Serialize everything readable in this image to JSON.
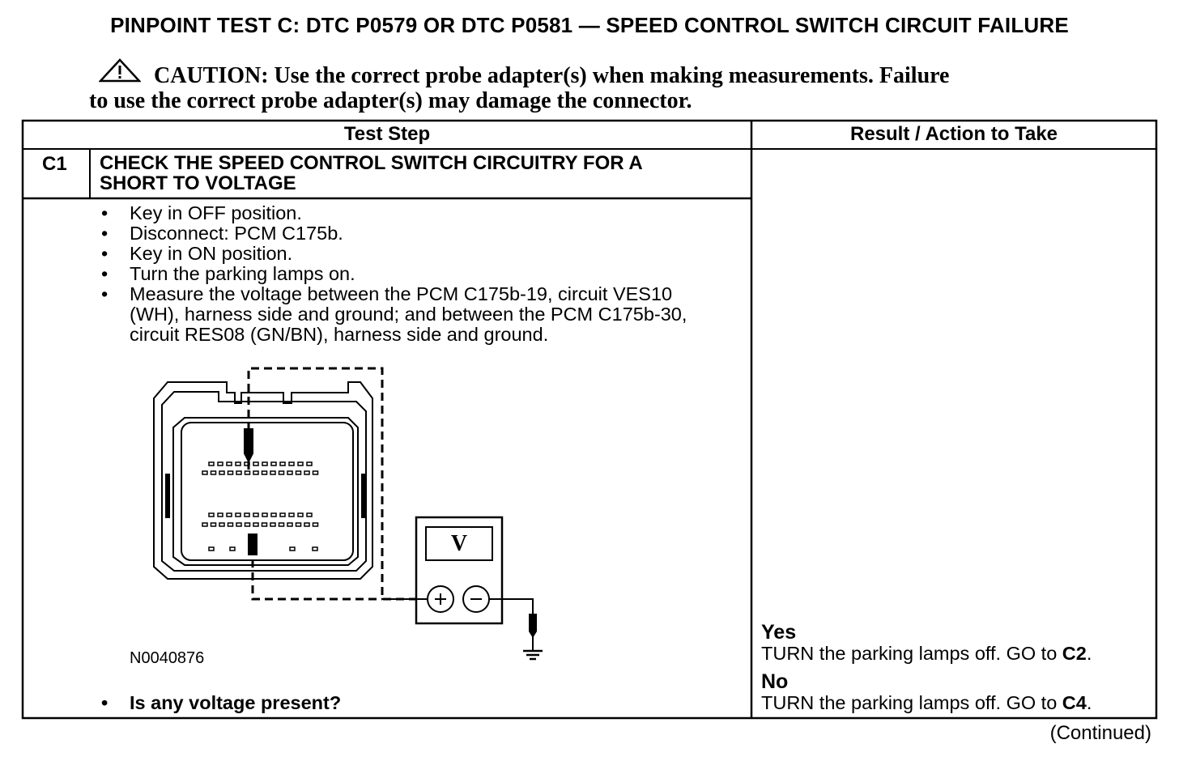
{
  "title": "PINPOINT TEST  C: DTC P0579 OR DTC P0581 — SPEED CONTROL SWITCH CIRCUIT FAILURE",
  "caution": {
    "line1": "CAUTION: Use the correct probe adapter(s) when making measurements. Failure",
    "line2": "to use the correct probe adapter(s) may damage the connector."
  },
  "table": {
    "headers": [
      "Test Step",
      "Result / Action to Take"
    ],
    "step": {
      "id": "C1",
      "title_line1": "CHECK THE SPEED CONTROL SWITCH CIRCUITRY FOR A",
      "title_line2": "SHORT TO VOLTAGE",
      "items": [
        "Key in OFF position.",
        "Disconnect: PCM C175b.",
        "Key in ON position.",
        "Turn the parking lamps on.",
        "Measure the voltage between the PCM C175b-19, circuit VES10 (WH), harness side and ground; and between the PCM C175b-30, circuit RES08 (GN/BN), harness side and ground."
      ],
      "figure_ref": "N0040876",
      "meter_symbol": "V",
      "question": "Is any voltage present?"
    },
    "results": {
      "yes": {
        "label": "Yes",
        "action": "TURN the parking lamps off. GO to ",
        "target": "C2",
        "end": "."
      },
      "no": {
        "label": "No",
        "action": "TURN the parking lamps off. GO to ",
        "target": "C4",
        "end": "."
      }
    }
  },
  "continued": "(Continued)"
}
